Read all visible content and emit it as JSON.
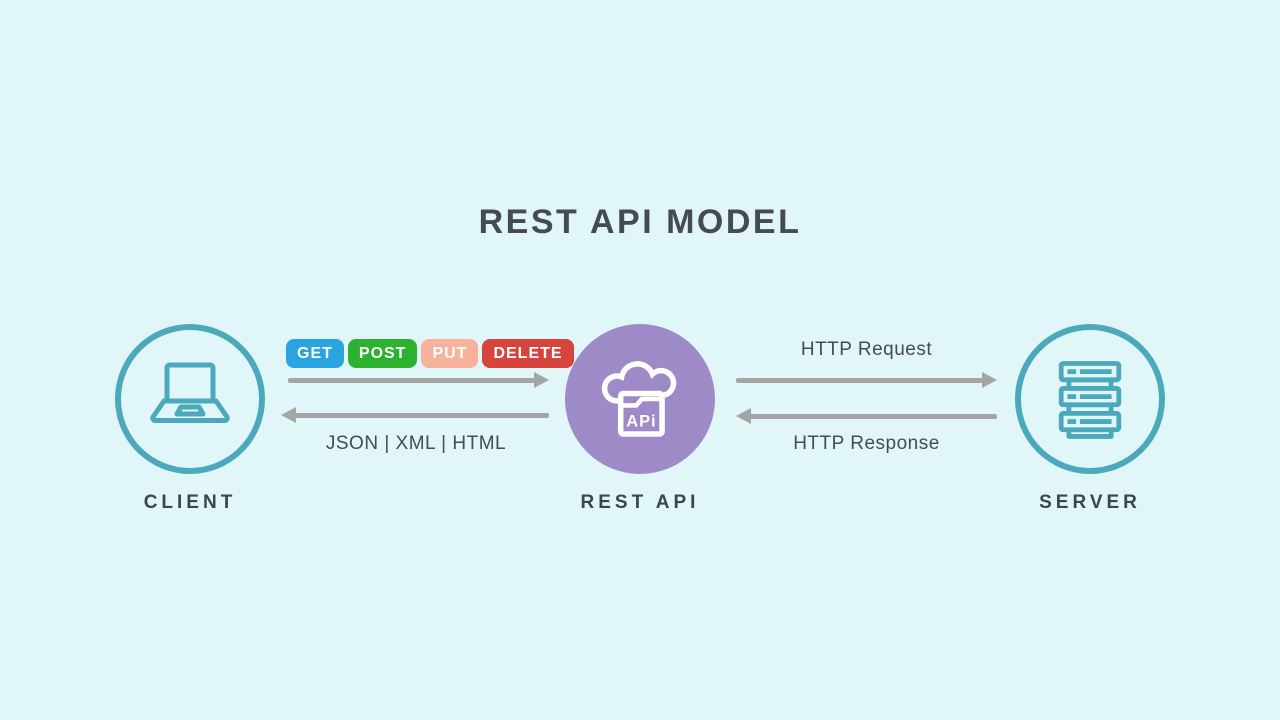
{
  "title": "REST API MODEL",
  "nodes": {
    "client": {
      "label": "CLIENT",
      "icon": "laptop-icon"
    },
    "rest_api": {
      "label": "REST API",
      "icon": "cloud-api-icon",
      "icon_text": "APi"
    },
    "server": {
      "label": "SERVER",
      "icon": "server-rack-icon"
    }
  },
  "client_api_flow": {
    "methods": [
      {
        "label": "GET",
        "color": "#2aa3e1"
      },
      {
        "label": "POST",
        "color": "#2db230"
      },
      {
        "label": "PUT",
        "color": "#f7b29b"
      },
      {
        "label": "DELETE",
        "color": "#d7443e"
      }
    ],
    "response_formats": "JSON | XML | HTML"
  },
  "api_server_flow": {
    "request_label": "HTTP Request",
    "response_label": "HTTP Response"
  },
  "colors": {
    "background": "#e1f6f9",
    "teal": "#4ba9bb",
    "purple": "#9d8ac6",
    "arrow": "#a5a5a5",
    "text": "#454b51"
  }
}
